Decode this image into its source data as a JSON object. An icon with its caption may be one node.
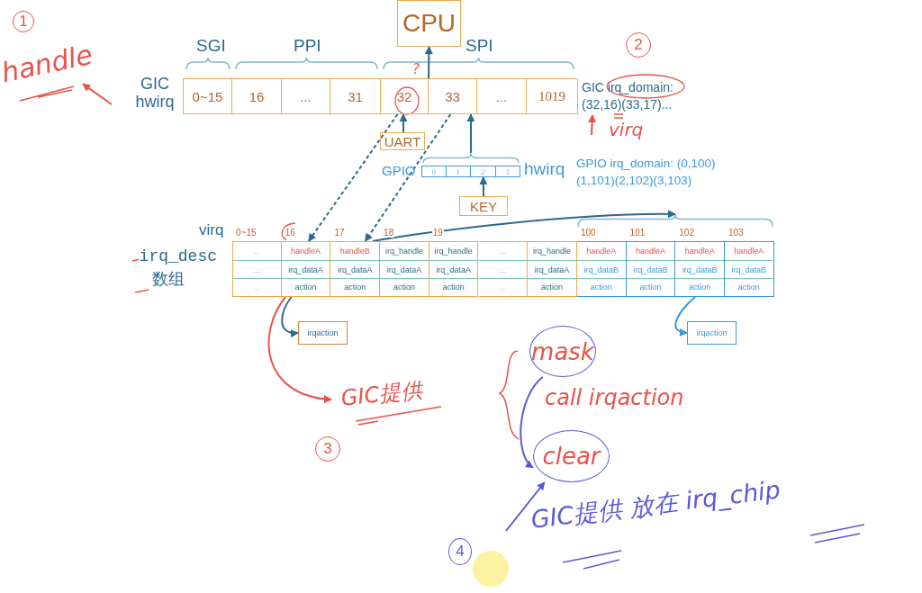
{
  "diagram": {
    "nodes": [
      {
        "text": [
          "CPU"
        ]
      },
      {
        "text": [
          "0~15"
        ],
        "beside": [
          "GIC hwirq"
        ]
      },
      {
        "text": [
          "16"
        ]
      },
      {
        "text": [
          "..."
        ]
      },
      {
        "text": [
          "31"
        ]
      },
      {
        "text": [
          "32"
        ]
      },
      {
        "text": [
          "33"
        ]
      },
      {
        "text": [
          "..."
        ]
      },
      {
        "text": [
          "1019"
        ]
      },
      {
        "text": [
          "handle"
        ]
      },
      {
        "text": [
          "GIC irq_domain: (32,16)(33,17)..."
        ]
      },
      {
        "text": [
          "UART"
        ]
      },
      {
        "text": [
          "0"
        ]
      },
      {
        "text": [
          "1"
        ]
      },
      {
        "text": [
          "2"
        ]
      },
      {
        "text": [
          "3"
        ]
      },
      {
        "text": [
          "KEY"
        ]
      },
      {
        "text": [
          "...",
          "...",
          "..."
        ],
        "beside": [
          "0~15",
          "irq_desc",
          "数组"
        ]
      },
      {
        "text": [
          "handleA",
          "irq_dataA",
          "action"
        ],
        "beside": [
          "16"
        ]
      },
      {
        "text": [
          "handleB",
          "irq_dataA",
          "action"
        ],
        "beside": [
          "17"
        ]
      },
      {
        "text": [
          "irq_handle",
          "irq_dataA",
          "action"
        ],
        "beside": [
          "18"
        ]
      },
      {
        "text": [
          "irq_handle",
          "irq_dataA",
          "action"
        ],
        "beside": [
          "19"
        ]
      },
      {
        "text": [
          "...",
          "...",
          "..."
        ]
      },
      {
        "text": [
          "irq_handle",
          "irq_dataA",
          "action"
        ]
      },
      {
        "text": [
          "handleA",
          "irq_dataB",
          "action"
        ],
        "beside": [
          "100"
        ]
      },
      {
        "text": [
          "handleA",
          "irq_dataB",
          "action"
        ],
        "beside": [
          "101"
        ]
      },
      {
        "text": [
          "handleA",
          "irq_dataB",
          "action"
        ],
        "beside": [
          "102"
        ]
      },
      {
        "text": [
          "handleA",
          "irq_dataB",
          "action"
        ],
        "beside": [
          "103"
        ]
      },
      {
        "text": [
          "irqaction"
        ]
      },
      {
        "text": [
          "irqaction"
        ]
      },
      {
        "text": [
          "GIC提供"
        ]
      },
      {
        "text": [
          "mask"
        ]
      },
      {
        "text": [
          "clear"
        ]
      },
      {
        "text": [],
        "shape": "brace"
      },
      {
        "text": [],
        "shape": "brace"
      }
    ],
    "edges": [
      {
        "from": 6,
        "to": 0,
        "arrow": "to"
      },
      {
        "from": 11,
        "to": 5,
        "arrow": "to"
      },
      {
        "from": 33,
        "to": 6,
        "arrow": "to"
      },
      {
        "from": 16,
        "to": 14,
        "arrow": "to"
      },
      {
        "from": 5,
        "to": 18,
        "arrow": "to",
        "style": "dashed"
      },
      {
        "from": 6,
        "to": 19,
        "arrow": "to",
        "style": "dashed"
      },
      {
        "from": 19,
        "to": 34,
        "arrow": "to"
      },
      {
        "from": 18,
        "to": 28,
        "arrow": "to"
      },
      {
        "from": 26,
        "to": 29,
        "arrow": "to",
        "color": "#3a9ad9"
      },
      {
        "from": null,
        "to": 9,
        "arrow": "to",
        "color": "#e8534a"
      },
      {
        "from": null,
        "to": 10,
        "arrow": "to",
        "color": "#e8534a"
      },
      {
        "from": 18,
        "to": 30,
        "arrow": "to",
        "color": "#e8534a"
      },
      {
        "from": 31,
        "to": 32,
        "arrow": "to",
        "color": "#5a5ad6"
      },
      {
        "from": null,
        "to": 32,
        "arrow": "to",
        "color": "#5a5ad6"
      }
    ],
    "labels": [
      "1",
      "SGI",
      "PPI",
      "SPI",
      "?",
      "2",
      "virq",
      "GPIO",
      "hwirq",
      "GPIO irq_domain: (0,100)(1,101)(2,102)(3,103)",
      "virq",
      "call irqaction",
      "3",
      "4",
      "GIC提供 放在 irq_chip"
    ]
  }
}
